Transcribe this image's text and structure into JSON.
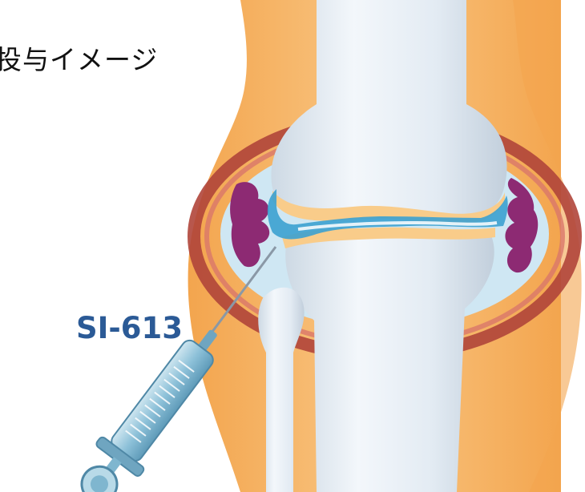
{
  "title": "投与イメージ",
  "drug_label": "SI-613",
  "colors": {
    "label": "#2b5a96",
    "bone": "#e6eef5",
    "bone_shadow": "#c5d2de",
    "tissue_orange": "#f4b060",
    "tissue_light": "#f9cc8a",
    "capsule_red": "#b0453a",
    "synovium_purple": "#8d2a73",
    "joint_fluid": "#3ba1d0",
    "syringe_blue": "#7fb6cf"
  },
  "icons": {
    "needle": "syringe-icon",
    "joint": "knee-joint-illustration"
  }
}
